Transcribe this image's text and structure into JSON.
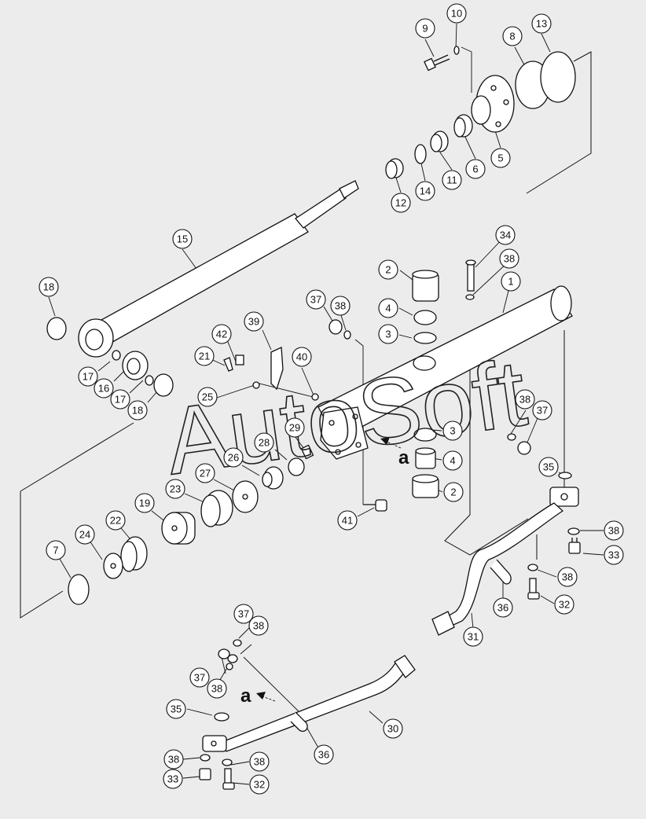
{
  "watermark": "AutoSoft",
  "view_marker": "a",
  "callouts": [
    {
      "id": "c9",
      "label": "9"
    },
    {
      "id": "c10",
      "label": "10"
    },
    {
      "id": "c8",
      "label": "8"
    },
    {
      "id": "c13",
      "label": "13"
    },
    {
      "id": "c6",
      "label": "6"
    },
    {
      "id": "c5",
      "label": "5"
    },
    {
      "id": "c11",
      "label": "11"
    },
    {
      "id": "c14",
      "label": "14"
    },
    {
      "id": "c12",
      "label": "12"
    },
    {
      "id": "c15",
      "label": "15"
    },
    {
      "id": "c18a",
      "label": "18"
    },
    {
      "id": "c17a",
      "label": "17"
    },
    {
      "id": "c16",
      "label": "16"
    },
    {
      "id": "c17b",
      "label": "17"
    },
    {
      "id": "c18b",
      "label": "18"
    },
    {
      "id": "c34",
      "label": "34"
    },
    {
      "id": "c2a",
      "label": "2"
    },
    {
      "id": "c38a",
      "label": "38"
    },
    {
      "id": "c1",
      "label": "1"
    },
    {
      "id": "c37a",
      "label": "37"
    },
    {
      "id": "c38b",
      "label": "38"
    },
    {
      "id": "c4a",
      "label": "4"
    },
    {
      "id": "c3a",
      "label": "3"
    },
    {
      "id": "c39",
      "label": "39"
    },
    {
      "id": "c42",
      "label": "42"
    },
    {
      "id": "c21",
      "label": "21"
    },
    {
      "id": "c40",
      "label": "40"
    },
    {
      "id": "c25",
      "label": "25"
    },
    {
      "id": "c38c",
      "label": "38"
    },
    {
      "id": "c37b",
      "label": "37"
    },
    {
      "id": "c29",
      "label": "29"
    },
    {
      "id": "c28",
      "label": "28"
    },
    {
      "id": "c3b",
      "label": "3"
    },
    {
      "id": "c26",
      "label": "26"
    },
    {
      "id": "c4b",
      "label": "4"
    },
    {
      "id": "c27",
      "label": "27"
    },
    {
      "id": "c35a",
      "label": "35"
    },
    {
      "id": "c23",
      "label": "23"
    },
    {
      "id": "c2b",
      "label": "2"
    },
    {
      "id": "c19",
      "label": "19"
    },
    {
      "id": "c22",
      "label": "22"
    },
    {
      "id": "c41",
      "label": "41"
    },
    {
      "id": "c24",
      "label": "24"
    },
    {
      "id": "c7",
      "label": "7"
    },
    {
      "id": "c38d",
      "label": "38"
    },
    {
      "id": "c33a",
      "label": "33"
    },
    {
      "id": "c38e",
      "label": "38"
    },
    {
      "id": "c36a",
      "label": "36"
    },
    {
      "id": "c32a",
      "label": "32"
    },
    {
      "id": "c31",
      "label": "31"
    },
    {
      "id": "c37c",
      "label": "37"
    },
    {
      "id": "c38f",
      "label": "38"
    },
    {
      "id": "c37d",
      "label": "37"
    },
    {
      "id": "c38g",
      "label": "38"
    },
    {
      "id": "c35b",
      "label": "35"
    },
    {
      "id": "c30",
      "label": "30"
    },
    {
      "id": "c36b",
      "label": "36"
    },
    {
      "id": "c38h",
      "label": "38"
    },
    {
      "id": "c38i",
      "label": "38"
    },
    {
      "id": "c33b",
      "label": "33"
    },
    {
      "id": "c32b",
      "label": "32"
    }
  ]
}
